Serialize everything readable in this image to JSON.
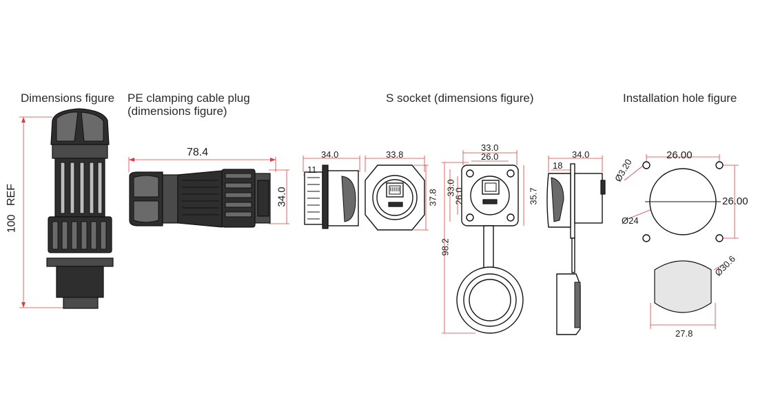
{
  "headings": {
    "dimensions_figure": "Dimensions figure",
    "plug_line1": "PE clamping cable plug",
    "plug_line2": "(dimensions figure)",
    "socket": "S socket (dimensions figure)",
    "install": "Installation hole figure"
  },
  "dims": {
    "ref_100": "100",
    "ref_label": "REF",
    "plug_len": "78.4",
    "plug_h": "34.0",
    "sock_side_w": "34.0",
    "sock_side_11": "11",
    "sock_front_w": "33.8",
    "sock_front_h": "37.8",
    "flange_33": "33.0",
    "flange_26": "26.0",
    "flange_v33": "33.0",
    "flange_v26": "26.0",
    "flange_v357": "35.7",
    "cap_len": "98.2",
    "side2_w": "34.0",
    "side2_18": "18",
    "hole_26w": "26.00",
    "hole_26h": "26.00",
    "hole_d320": "Ø3.20",
    "hole_d24": "Ø24",
    "hole_d306": "Ø30.6",
    "hole_278": "27.8"
  }
}
